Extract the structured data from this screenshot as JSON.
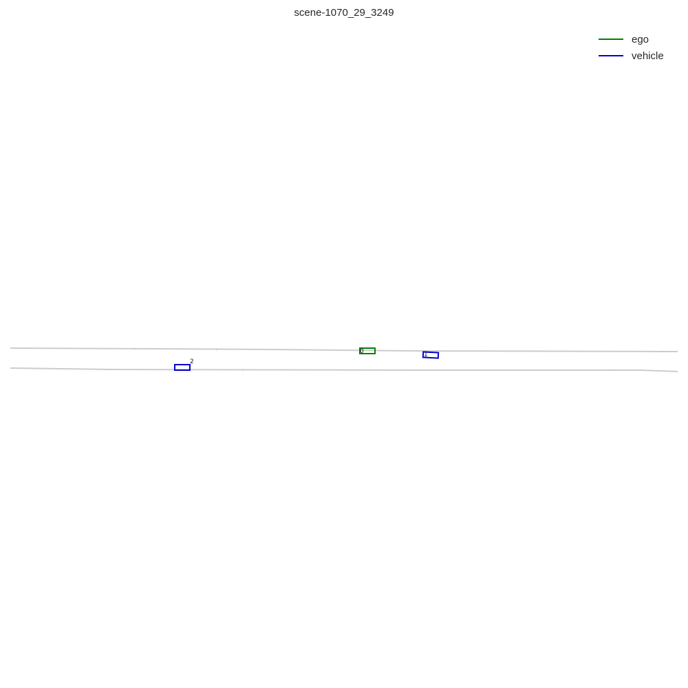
{
  "title": "scene-1070_29_3249",
  "legend": {
    "items": [
      {
        "label": "ego",
        "color": "#008000"
      },
      {
        "label": "vehicle",
        "color": "#0000cc"
      }
    ]
  },
  "road": {
    "color": "#cccccc"
  },
  "objects": [
    {
      "id": "0",
      "type": "ego",
      "color": "#008000"
    },
    {
      "id": "1",
      "type": "vehicle",
      "color": "#0000cc"
    },
    {
      "id": "2",
      "type": "vehicle",
      "color": "#0000cc"
    }
  ]
}
